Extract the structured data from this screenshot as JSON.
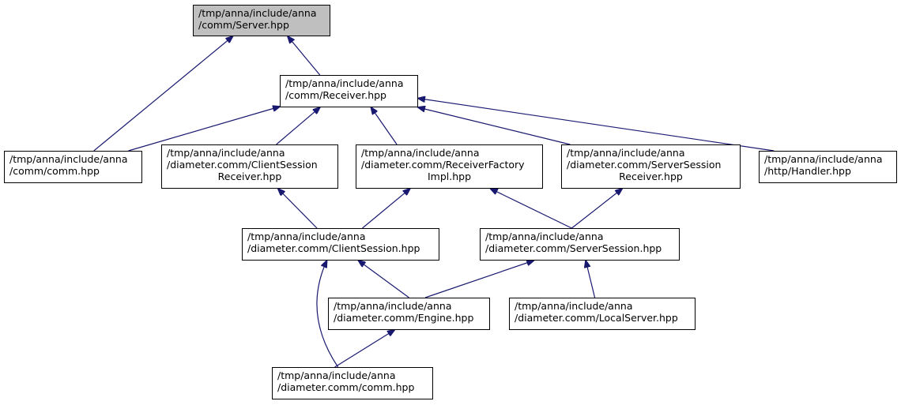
{
  "colors": {
    "edge": "#191970",
    "node_border": "#000000",
    "root_fill": "#bfbfbf",
    "node_fill": "#ffffff"
  },
  "nodes": {
    "server_hpp": {
      "line1": "/tmp/anna/include/anna",
      "line2": "/comm/Server.hpp"
    },
    "receiver_hpp": {
      "line1": "/tmp/anna/include/anna",
      "line2": "/comm/Receiver.hpp"
    },
    "comm_hpp": {
      "line1": "/tmp/anna/include/anna",
      "line2": "/comm/comm.hpp"
    },
    "client_session_receiver": {
      "line1": "/tmp/anna/include/anna",
      "line2": "/diameter.comm/ClientSession",
      "line3": "Receiver.hpp"
    },
    "receiver_factory_impl": {
      "line1": "/tmp/anna/include/anna",
      "line2": "/diameter.comm/ReceiverFactory",
      "line3": "Impl.hpp"
    },
    "server_session_receiver": {
      "line1": "/tmp/anna/include/anna",
      "line2": "/diameter.comm/ServerSession",
      "line3": "Receiver.hpp"
    },
    "http_handler": {
      "line1": "/tmp/anna/include/anna",
      "line2": "/http/Handler.hpp"
    },
    "client_session": {
      "line1": "/tmp/anna/include/anna",
      "line2": "/diameter.comm/ClientSession.hpp"
    },
    "server_session": {
      "line1": "/tmp/anna/include/anna",
      "line2": "/diameter.comm/ServerSession.hpp"
    },
    "engine": {
      "line1": "/tmp/anna/include/anna",
      "line2": "/diameter.comm/Engine.hpp"
    },
    "local_server": {
      "line1": "/tmp/anna/include/anna",
      "line2": "/diameter.comm/LocalServer.hpp"
    },
    "diameter_comm_hpp": {
      "line1": "/tmp/anna/include/anna",
      "line2": "/diameter.comm/comm.hpp"
    }
  },
  "edges": [
    {
      "from": "comm_hpp",
      "to": "server_hpp"
    },
    {
      "from": "receiver_hpp",
      "to": "server_hpp"
    },
    {
      "from": "comm_hpp",
      "to": "receiver_hpp"
    },
    {
      "from": "client_session_receiver",
      "to": "receiver_hpp"
    },
    {
      "from": "receiver_factory_impl",
      "to": "receiver_hpp"
    },
    {
      "from": "server_session_receiver",
      "to": "receiver_hpp"
    },
    {
      "from": "http_handler",
      "to": "receiver_hpp"
    },
    {
      "from": "client_session",
      "to": "client_session_receiver"
    },
    {
      "from": "client_session",
      "to": "receiver_factory_impl"
    },
    {
      "from": "server_session",
      "to": "receiver_factory_impl"
    },
    {
      "from": "server_session",
      "to": "server_session_receiver"
    },
    {
      "from": "engine",
      "to": "client_session"
    },
    {
      "from": "diameter_comm_hpp",
      "to": "client_session"
    },
    {
      "from": "engine",
      "to": "server_session"
    },
    {
      "from": "local_server",
      "to": "server_session"
    },
    {
      "from": "diameter_comm_hpp",
      "to": "engine"
    }
  ]
}
